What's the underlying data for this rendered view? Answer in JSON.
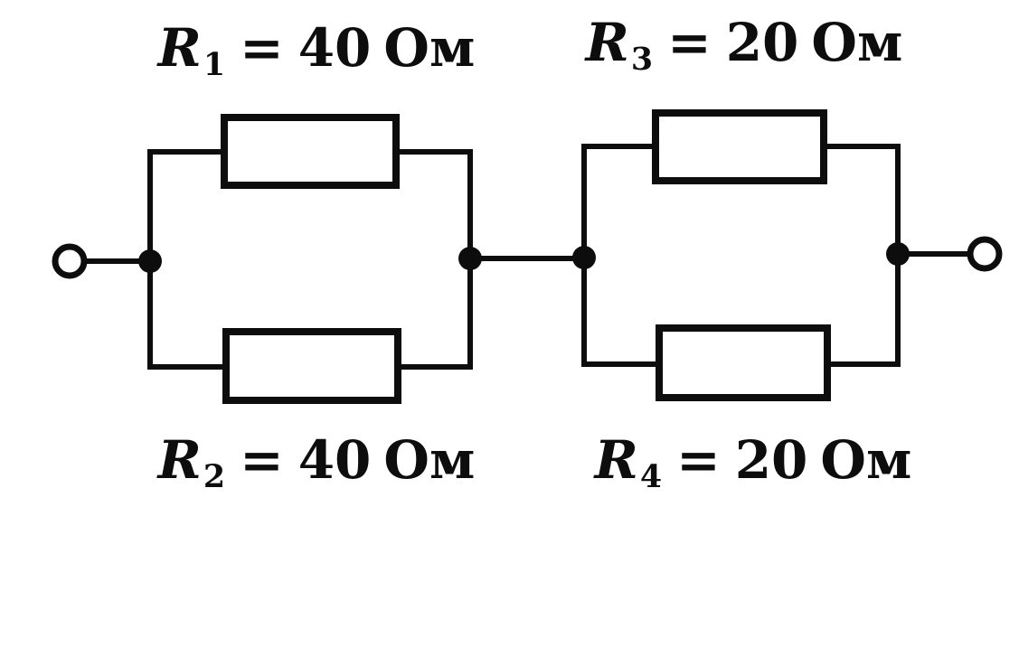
{
  "page": {
    "background": "#ffffff",
    "line_color": "#0d0d0d"
  },
  "diagram": {
    "type": "circuit-diagram",
    "description": "Two parallel resistor pairs connected in series between two open terminals",
    "unit": "Ом",
    "resistors": [
      {
        "id": "R1",
        "symbol": "R",
        "subscript": "1",
        "equals": "=",
        "value": "40",
        "unit": "Ом",
        "position": "top-left"
      },
      {
        "id": "R2",
        "symbol": "R",
        "subscript": "2",
        "equals": "=",
        "value": "40",
        "unit": "Ом",
        "position": "bottom-left"
      },
      {
        "id": "R3",
        "symbol": "R",
        "subscript": "3",
        "equals": "=",
        "value": "20",
        "unit": "Ом",
        "position": "top-right"
      },
      {
        "id": "R4",
        "symbol": "R",
        "subscript": "4",
        "equals": "=",
        "value": "20",
        "unit": "Ом",
        "position": "bottom-right"
      }
    ]
  }
}
